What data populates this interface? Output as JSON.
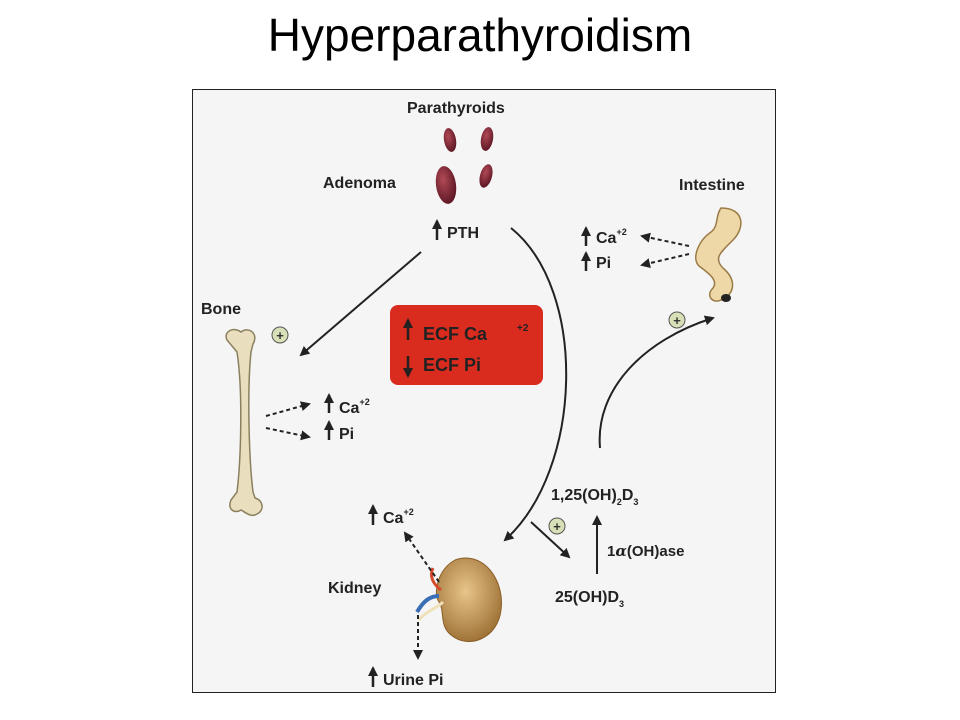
{
  "title": "Hyperparathyroidism",
  "diagram": {
    "parathyroids_label": "Parathyroids",
    "adenoma_label": "Adenoma",
    "pth_label": "PTH",
    "bone_label": "Bone",
    "intestine_label": "Intestine",
    "kidney_label": "Kidney",
    "ecf_ca_label": "ECF Ca",
    "ecf_ca_sup": "+2",
    "ecf_pi_label": "ECF Pi",
    "ca_label": "Ca",
    "ca_sup": "+2",
    "pi_label": "Pi",
    "urine_pi_label": "Urine Pi",
    "d3_active_prefix": "1,25(OH)",
    "d3_active_sub": "2",
    "d3_letter": "D",
    "d3_sub": "3",
    "enzyme_prefix": "1",
    "enzyme_alpha": "α",
    "enzyme_suffix": "(OH)ase",
    "d3_precursor_prefix": "25(OH)D",
    "d3_precursor_sub": "3",
    "plus_sign": "+",
    "colors": {
      "ecf_box": "#d92b1e",
      "gland": "#7a2230",
      "bone": "#e9dfbf",
      "kidney": "#c89a58",
      "plus_circle": "#d8e0b8"
    }
  }
}
